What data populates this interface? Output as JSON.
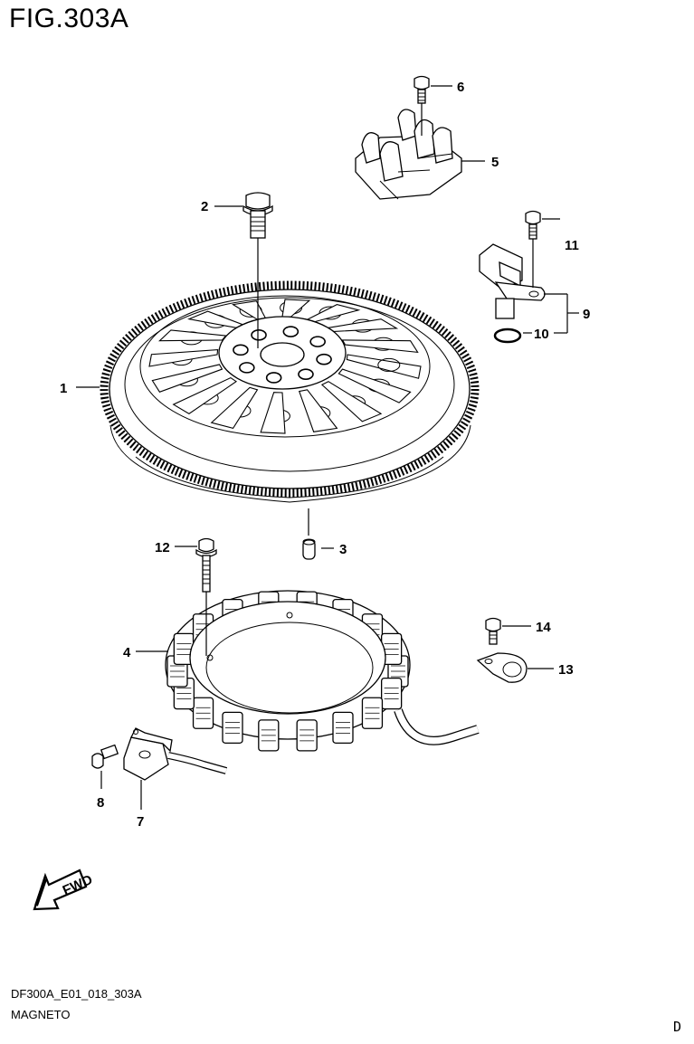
{
  "figure": {
    "title": "FIG.303A",
    "code": "DF300A_E01_018_303A",
    "name": "MAGNETO",
    "corner_letter": "D"
  },
  "direction_arrow": {
    "label": "FWD"
  },
  "callouts": [
    {
      "num": "1"
    },
    {
      "num": "2"
    },
    {
      "num": "3"
    },
    {
      "num": "4"
    },
    {
      "num": "5"
    },
    {
      "num": "6"
    },
    {
      "num": "7"
    },
    {
      "num": "8"
    },
    {
      "num": "9"
    },
    {
      "num": "10"
    },
    {
      "num": "11"
    },
    {
      "num": "12"
    },
    {
      "num": "13"
    },
    {
      "num": "14"
    }
  ]
}
